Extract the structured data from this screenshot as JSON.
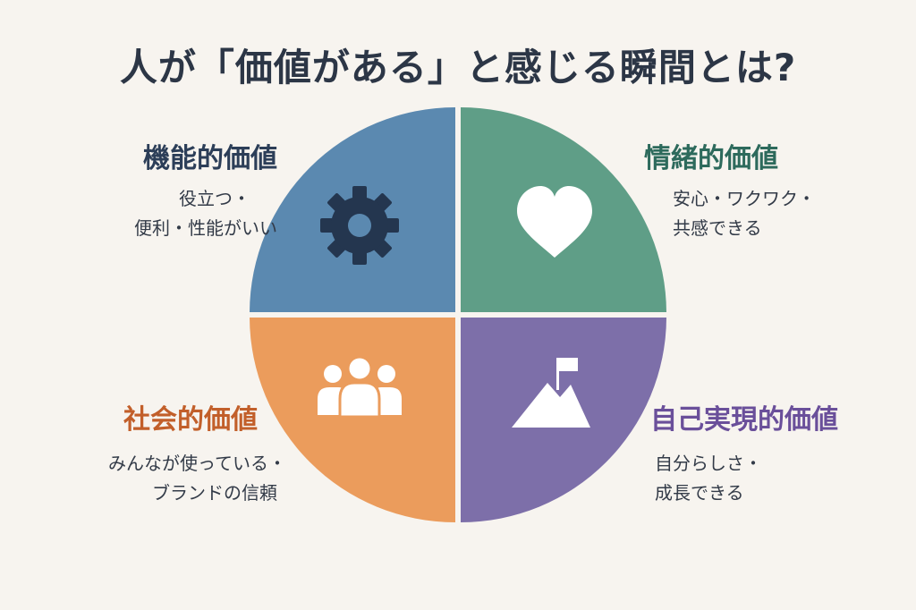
{
  "title": "人が「価値がある」と感じる瞬間とは?",
  "quadrants": {
    "functional": {
      "title": "機能的価値",
      "line1": "役立つ・",
      "line2": "便利・性能がいい",
      "color": "#5b89b0",
      "label_color": "#2c3e58",
      "icon": "gear-icon"
    },
    "emotional": {
      "title": "情緒的価値",
      "line1": "安心・ワクワク・",
      "line2": "共感できる",
      "color": "#5f9e87",
      "label_color": "#2d6a5c",
      "icon": "heart-icon"
    },
    "social": {
      "title": "社会的価値",
      "line1": "みんなが使っている・",
      "line2": "ブランドの信頼",
      "color": "#eb9c5c",
      "label_color": "#c25f2a",
      "icon": "people-icon"
    },
    "self_actualization": {
      "title": "自己実現的価値",
      "line1": "自分らしさ・",
      "line2": "成長できる",
      "color": "#7d6fa9",
      "label_color": "#6a4f9a",
      "icon": "mountain-flag-icon"
    }
  }
}
